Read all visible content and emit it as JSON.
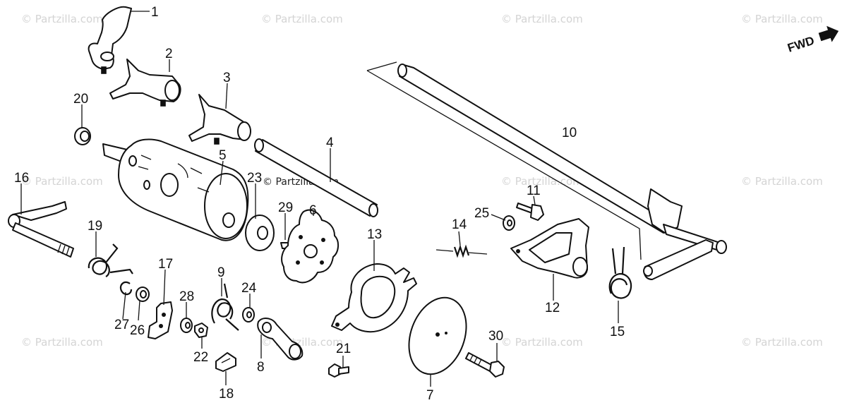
{
  "diagram": {
    "orientation_label": "FWD",
    "watermark_text": "© Partzilla.com",
    "callouts": [
      "1",
      "2",
      "3",
      "4",
      "5",
      "6",
      "7",
      "8",
      "9",
      "10",
      "11",
      "12",
      "13",
      "14",
      "15",
      "16",
      "17",
      "18",
      "19",
      "20",
      "21",
      "22",
      "23",
      "24",
      "25",
      "26",
      "27",
      "28",
      "29",
      "30"
    ]
  }
}
